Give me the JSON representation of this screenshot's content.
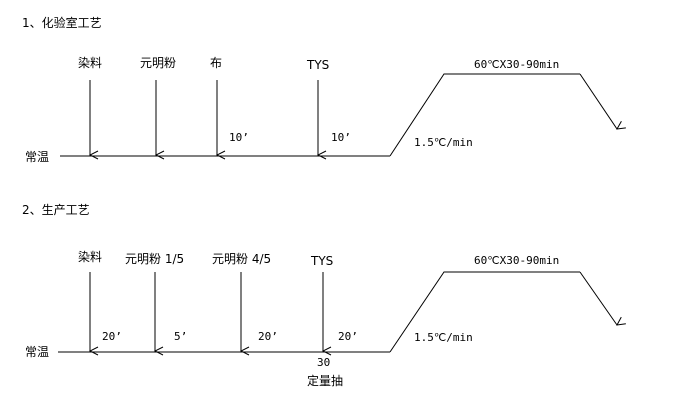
{
  "process1": {
    "title": "1、化验室工艺",
    "base_label": "常温",
    "additions": [
      "染料",
      "元明粉",
      "布",
      "TYS"
    ],
    "intervals": [
      "10’",
      "10’"
    ],
    "ramp_rate": "1.5℃/min",
    "hold": "60℃X30-90min"
  },
  "process2": {
    "title": "2、生产工艺",
    "base_label": "常温",
    "additions": [
      "染料",
      "元明粉 1/5",
      "元明粉 4/5",
      "TYS"
    ],
    "intervals": [
      "20’",
      "5’",
      "20’",
      "20’"
    ],
    "ramp_rate": "1.5℃/min",
    "hold": "60℃X30-90min",
    "sample_time": "30",
    "sample_label": "定量抽"
  }
}
